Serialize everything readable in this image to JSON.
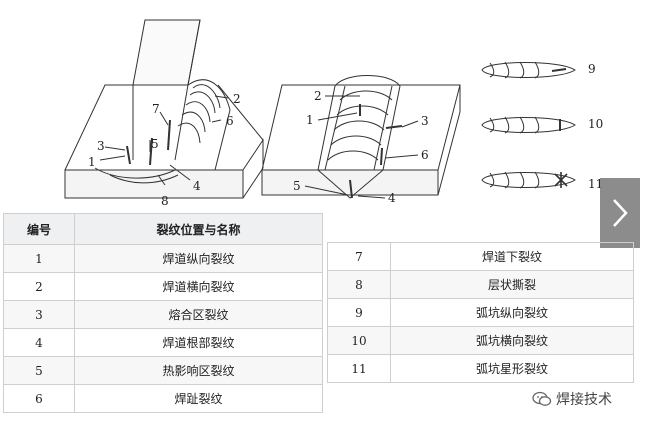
{
  "diagram_labels": {
    "left": [
      "1",
      "2",
      "3",
      "4",
      "5",
      "6",
      "7",
      "8"
    ],
    "middle": [
      "1",
      "2",
      "3",
      "4",
      "5",
      "6"
    ],
    "right": [
      "9",
      "10",
      "11"
    ]
  },
  "table": {
    "header": {
      "col_number": "编号",
      "col_desc": "裂纹位置与名称"
    },
    "left_rows": [
      {
        "num": "1",
        "name": "焊道纵向裂纹"
      },
      {
        "num": "2",
        "name": "焊道横向裂纹"
      },
      {
        "num": "3",
        "name": "熔合区裂纹"
      },
      {
        "num": "4",
        "name": "焊道根部裂纹"
      },
      {
        "num": "5",
        "name": "热影响区裂纹"
      },
      {
        "num": "6",
        "name": "焊趾裂纹"
      }
    ],
    "right_rows": [
      {
        "num": "7",
        "name": "焊道下裂纹"
      },
      {
        "num": "8",
        "name": "层状撕裂"
      },
      {
        "num": "9",
        "name": "弧坑纵向裂纹"
      },
      {
        "num": "10",
        "name": "弧坑横向裂纹"
      },
      {
        "num": "11",
        "name": "弧坑星形裂纹"
      }
    ]
  },
  "watermark": {
    "text": "焊接技术",
    "icon": "wechat-icon"
  },
  "nav": {
    "next_icon": "chevron-right-icon"
  }
}
